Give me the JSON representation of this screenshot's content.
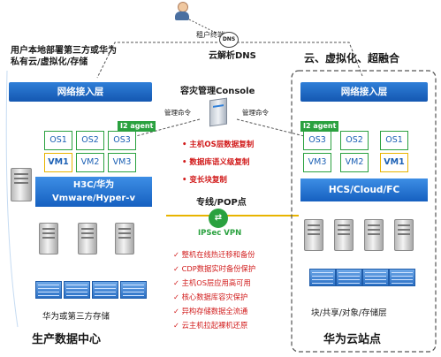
{
  "tenant": {
    "label": "租户终端"
  },
  "dns": {
    "label": "云解析DNS",
    "icon": "DNS"
  },
  "left_top_text": [
    "用户本地部署第三方或华为",
    "私有云/虚拟化/存储"
  ],
  "right_top_text": "云、虚拟化、超融合",
  "left": {
    "netbar": "网络接入层",
    "agent": "I2 agent",
    "os": [
      "OS1",
      "OS2",
      "OS3"
    ],
    "vm": [
      "VM1",
      "VM2",
      "VM3"
    ],
    "hypervisor": [
      "H3C/华为",
      "Vmware/Hyper-v"
    ],
    "storage_label": "华为或第三方存储",
    "bottom_title": "生产数据中心"
  },
  "right": {
    "netbar": "网络接入层",
    "agent": "I2 agent",
    "os": [
      "OS3",
      "OS2",
      "OS1"
    ],
    "vm": [
      "VM3",
      "VM2",
      "VM1"
    ],
    "cloud": "HCS/Cloud/FC",
    "storage_label": "块/共享/对象/存储层",
    "bottom_title": "华为云站点"
  },
  "console": {
    "label": "容灾管理Console",
    "cmd_left": "管理命令",
    "cmd_right": "管理命令"
  },
  "features": [
    "主机OS层数据复制",
    "数据库语义级复制",
    "变长块复制"
  ],
  "link": {
    "label": "专线/POP点",
    "vpn": "IPSec VPN"
  },
  "checklist": [
    "整机在线热迁移和备份",
    "CDP数据实时备份保护",
    "主机OS层应用高可用",
    "核心数据库容灾保护",
    "异构存储数据全流通",
    "云主机拉起裸机还原"
  ],
  "colors": {
    "blue": "#1660c0",
    "green": "#2aa13f",
    "red": "#d11a1a",
    "gold": "#e8b400"
  }
}
